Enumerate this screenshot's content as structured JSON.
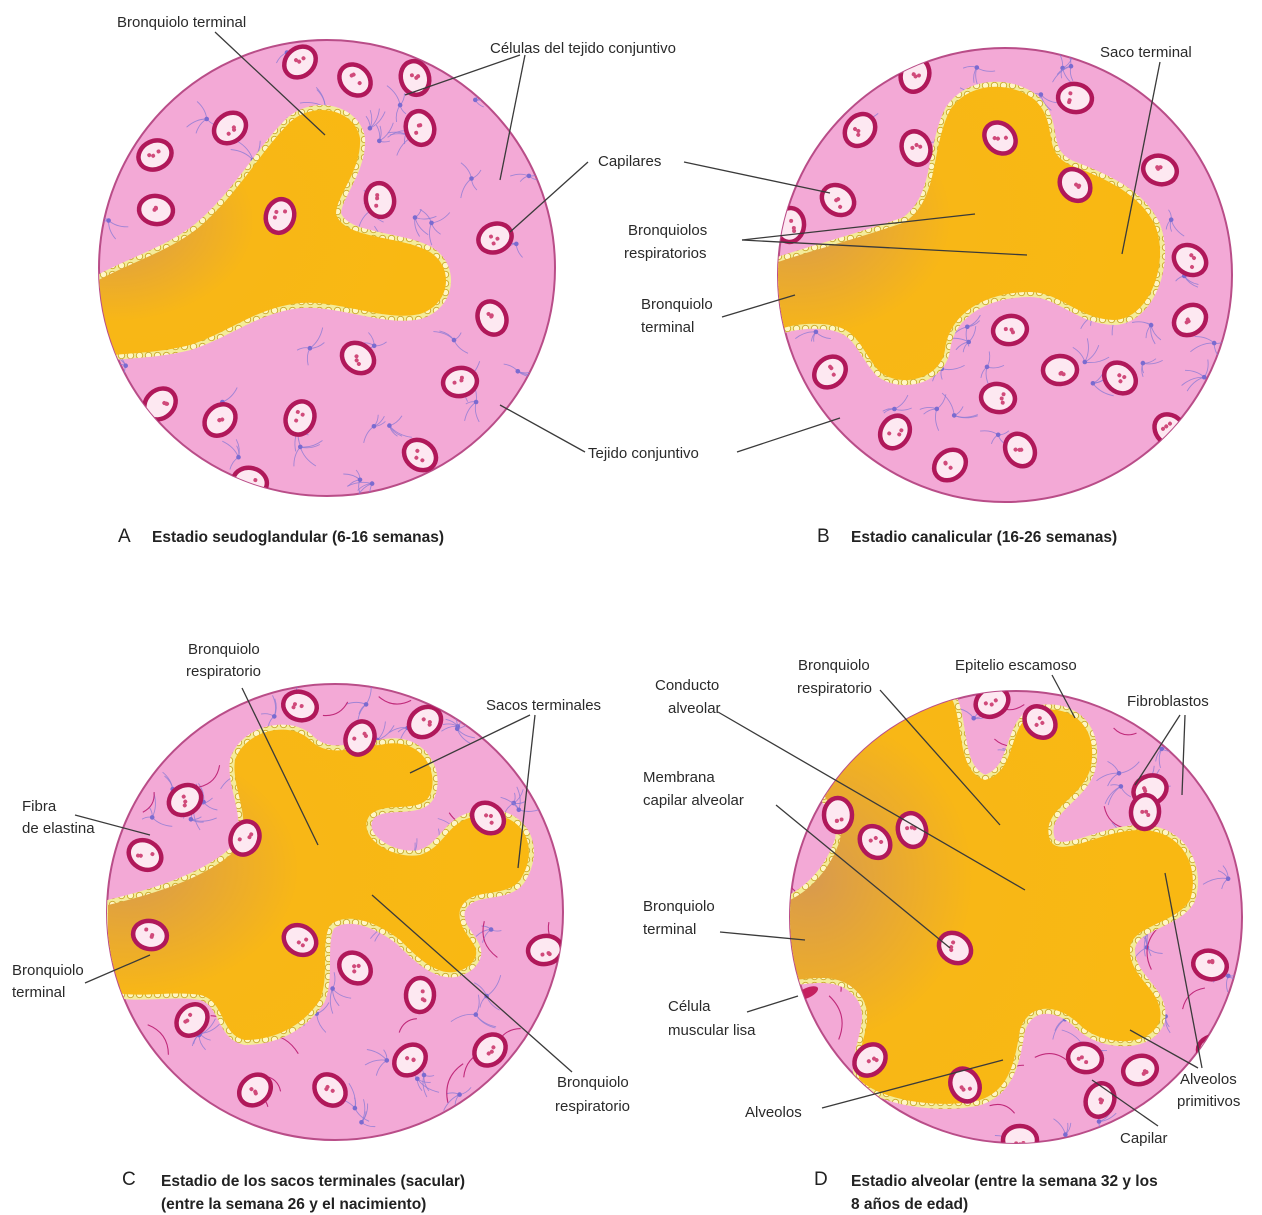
{
  "colors": {
    "tissue": "#f3a9d6",
    "tissue_edge": "#c0528e",
    "lumen": "#f9b812",
    "lumen_dark": "#d79a4a",
    "epithelium": "#f4ec9a",
    "capillary_ring": "#b0185a",
    "fibroblast": "#7a6bd0",
    "elastin": "#c02a7a"
  },
  "panels": [
    {
      "letter": "A",
      "caption_lines": [
        "Estadio seudoglandular (6-16 semanas)"
      ],
      "labels": [
        {
          "lines": [
            "Bronquiolo terminal"
          ]
        },
        {
          "lines": [
            "Células del tejido conjuntivo"
          ]
        },
        {
          "lines": [
            "Capilares"
          ]
        },
        {
          "lines": [
            "Tejido conjuntivo"
          ]
        }
      ]
    },
    {
      "letter": "B",
      "caption_lines": [
        "Estadio canalicular (16-26 semanas)"
      ],
      "labels": [
        {
          "lines": [
            "Saco terminal"
          ]
        },
        {
          "lines": [
            "Bronquiolos",
            "respiratorios"
          ]
        },
        {
          "lines": [
            "Bronquiolo",
            "terminal"
          ]
        }
      ]
    },
    {
      "letter": "C",
      "caption_lines": [
        "Estadio de los sacos terminales (sacular)",
        "(entre la semana 26 y el nacimiento)"
      ],
      "labels": [
        {
          "lines": [
            "Bronquiolo",
            "respiratorio"
          ]
        },
        {
          "lines": [
            "Sacos terminales"
          ]
        },
        {
          "lines": [
            "Fibra",
            "de elastina"
          ]
        },
        {
          "lines": [
            "Bronquiolo",
            "terminal"
          ]
        },
        {
          "lines": [
            "Bronquiolo",
            "respiratorio"
          ]
        }
      ]
    },
    {
      "letter": "D",
      "caption_lines": [
        "Estadio alveolar (entre la semana 32 y los",
        "8 años de edad)"
      ],
      "labels": [
        {
          "lines": [
            "Conducto",
            "alveolar"
          ]
        },
        {
          "lines": [
            "Bronquiolo",
            "respiratorio"
          ]
        },
        {
          "lines": [
            "Epitelio escamoso"
          ]
        },
        {
          "lines": [
            "Fibroblastos"
          ]
        },
        {
          "lines": [
            "Membrana",
            "capilar alveolar"
          ]
        },
        {
          "lines": [
            "Bronquiolo",
            "terminal"
          ]
        },
        {
          "lines": [
            "Célula",
            "muscular lisa"
          ]
        },
        {
          "lines": [
            "Alveolos"
          ]
        },
        {
          "lines": [
            "Alveolos",
            "primitivos"
          ]
        },
        {
          "lines": [
            "Capilar"
          ]
        }
      ]
    }
  ]
}
